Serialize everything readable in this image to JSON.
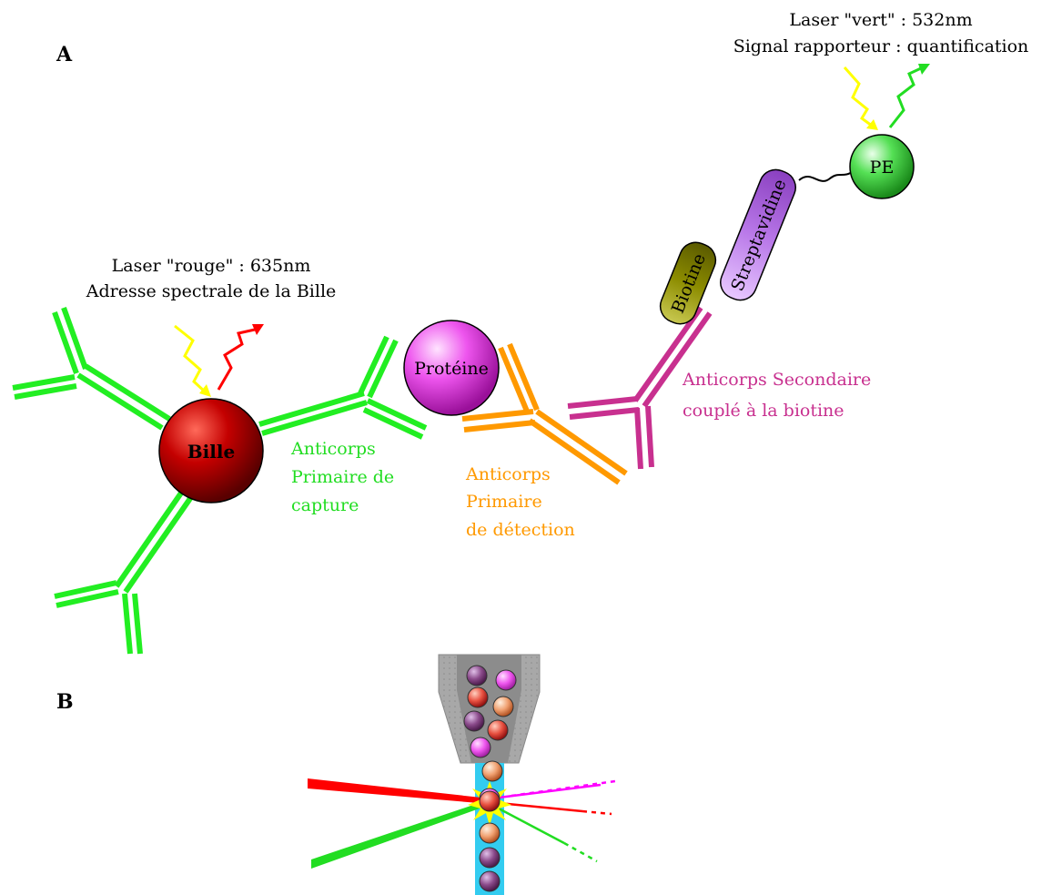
{
  "panels": {
    "a": "A",
    "b": "B"
  },
  "laser_red": {
    "line1": "Laser \"rouge\" : 635nm",
    "line2": "Adresse spectrale de la Bille"
  },
  "laser_green": {
    "line1": "Laser \"vert\" : 532nm",
    "line2": "Signal rapporteur : quantification"
  },
  "molecules": {
    "bead": "Bille",
    "protein": "Protéine",
    "pe": "PE",
    "biotin": "Biotine",
    "streptavidin": "Streptavidine"
  },
  "antibodies": {
    "capture": [
      "Anticorps",
      "Primaire de",
      "capture"
    ],
    "detection": [
      "Anticorps",
      "Primaire",
      "de détection"
    ],
    "secondary": [
      "Anticorps Secondaire",
      "couplé à la biotine"
    ]
  },
  "colors": {
    "capture_antibody": "#22ee22",
    "detection_antibody": "#ff9900",
    "secondary_antibody": "#c8308f",
    "bead": "#b30000",
    "protein": "#ee44ee",
    "pe": "#33dd33",
    "biotin": "#8a8a00",
    "streptavidin": "#b366e6",
    "laser_red": "#ff0000",
    "laser_green": "#22dd22",
    "laser_yellow": "#ffff00",
    "flow_channel": "#33ccf0",
    "nozzle": "#a8a8a8"
  }
}
